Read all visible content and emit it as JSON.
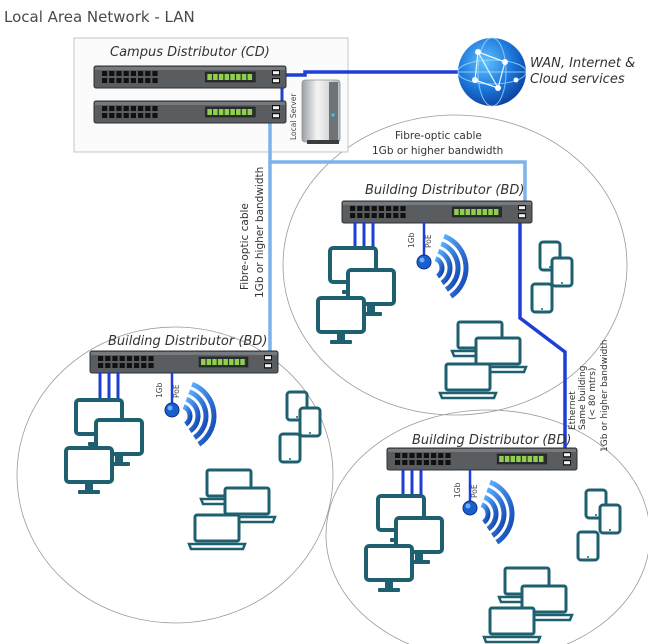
{
  "title": "Local Area Network - LAN",
  "campus": {
    "label": "Campus Distributor (CD)",
    "server_label": "Local Server"
  },
  "wan": {
    "line1": "WAN, Internet &",
    "line2": "Cloud services"
  },
  "fibre_h": {
    "line1": "Fibre-optic cable",
    "line2": "1Gb or higher bandwidth"
  },
  "fibre_v": {
    "line1": "Fibre-optic cable",
    "line2": "1Gb or higher bandwidth"
  },
  "ethernet": {
    "line1": "Ethernet",
    "line2": "Same building",
    "line3": "(< 80 mtrs)",
    "line4": "1Gb or higher bandwidth"
  },
  "bd_label": "Building Distributor (BD)",
  "ap": {
    "speed": "1Gb",
    "poe": "PoE"
  },
  "colors": {
    "dark_blue": "#1d3fd6",
    "light_blue": "#7bb3ea",
    "teal": "#1e6070",
    "switch": "#5a5d60"
  },
  "icons": [
    "globe-icon",
    "server-icon",
    "switch-icon",
    "access-point-icon",
    "wifi-icon",
    "monitor-icon",
    "tablet-icon",
    "laptop-icon"
  ]
}
